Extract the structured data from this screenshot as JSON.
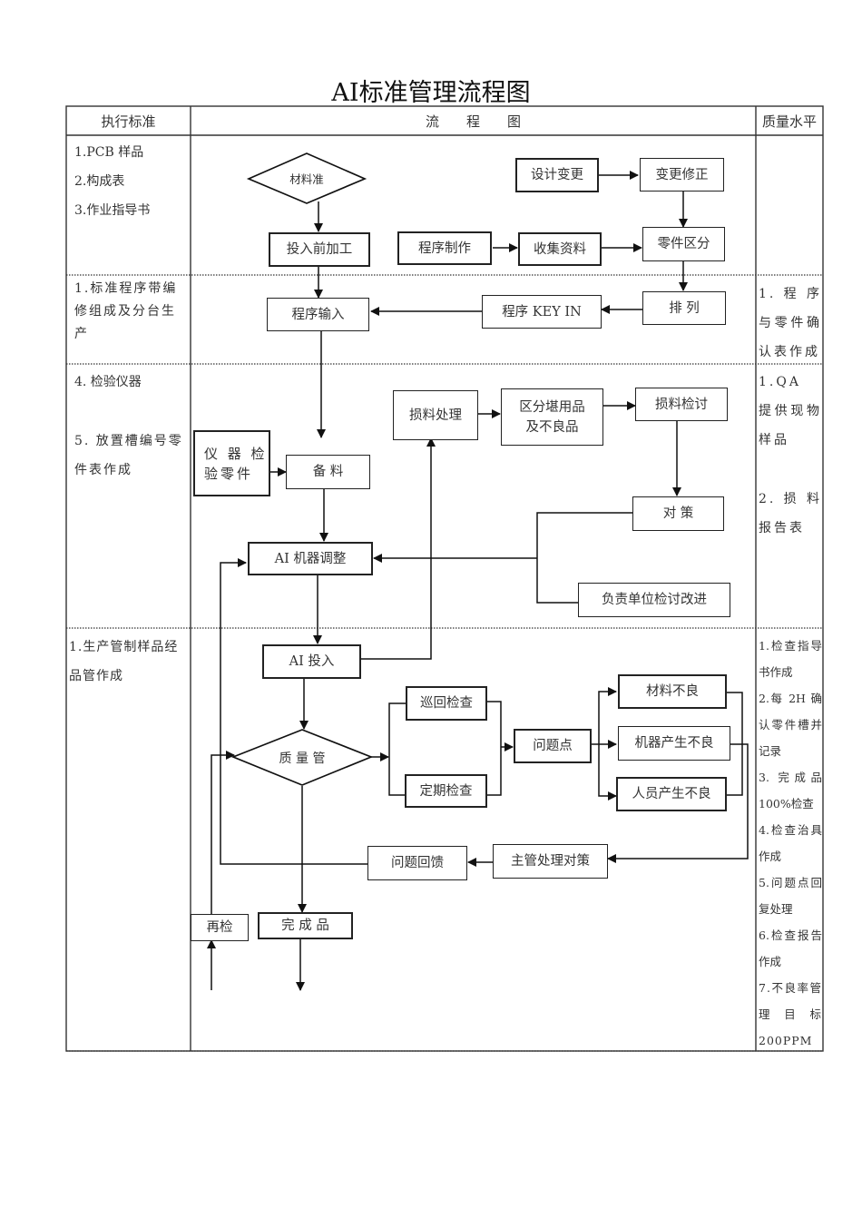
{
  "title": "AI标准管理流程图",
  "headers": {
    "standard": "执行标准",
    "flow": "流　　程　　图",
    "quality": "质量水平"
  },
  "rows": [
    {
      "standards": [
        "1.PCB 样品",
        "2.构成表",
        "3.作业指导书"
      ],
      "quality": []
    },
    {
      "standards": [
        "1.标准程序带编修组成及分台生产"
      ],
      "quality": [
        "1.程序与零件确认表作成"
      ]
    },
    {
      "standards": [
        "4. 检验仪器",
        "5. 放置槽编号零件表作成"
      ],
      "quality": [
        "1.QA 提供现物样品",
        "2.损料报告表"
      ]
    },
    {
      "standards": [
        "1.生产管制样品经品管作成"
      ],
      "quality": [
        "1.检查指导书作成",
        "2.每 2H 确认零件槽并记录",
        "3. 完成品100%检查",
        "4.检查治具作成",
        "5.问题点回复处理",
        "6.检查报告作成",
        "7.不良率管理目标200PPM"
      ]
    }
  ],
  "nodes": {
    "material_std": "材料准",
    "pre_process": "投入前加工",
    "design_change": "设计变更",
    "change_fix": "变更修正",
    "program_make": "程序制作",
    "collect_data": "收集资料",
    "part_classify": "零件区分",
    "program_input": "程序输入",
    "program_keyin": "程序 KEY IN",
    "arrange": "排 列",
    "scrap_handle": "损料处理",
    "classify_usable": "区分堪用品及不良品",
    "classify_usable_l1": "区分堪用品",
    "classify_usable_l2": "及不良品",
    "scrap_review": "损料检讨",
    "inspect_instrument": "仪器检验零件",
    "inspect_instrument_l1": "仪 器 检",
    "inspect_instrument_l2": "验零件",
    "prepare_material": "备 料",
    "countermeasure": "对 策",
    "ai_adjust": "AI 机器调整",
    "responsible_review": "负责单位检讨改进",
    "ai_input": "AI 投入",
    "patrol_check": "巡回检查",
    "periodic_check": "定期检查",
    "quality_control": "质 量 管",
    "problem_point": "问题点",
    "material_defect": "材料不良",
    "machine_defect": "机器产生不良",
    "human_defect": "人员产生不良",
    "supervisor_action": "主管处理对策",
    "problem_feedback": "问题回馈",
    "reinspect": "再检",
    "finished_product": "完 成 品"
  },
  "colors": {
    "line": "#222222",
    "text": "#333333",
    "background": "#ffffff"
  }
}
